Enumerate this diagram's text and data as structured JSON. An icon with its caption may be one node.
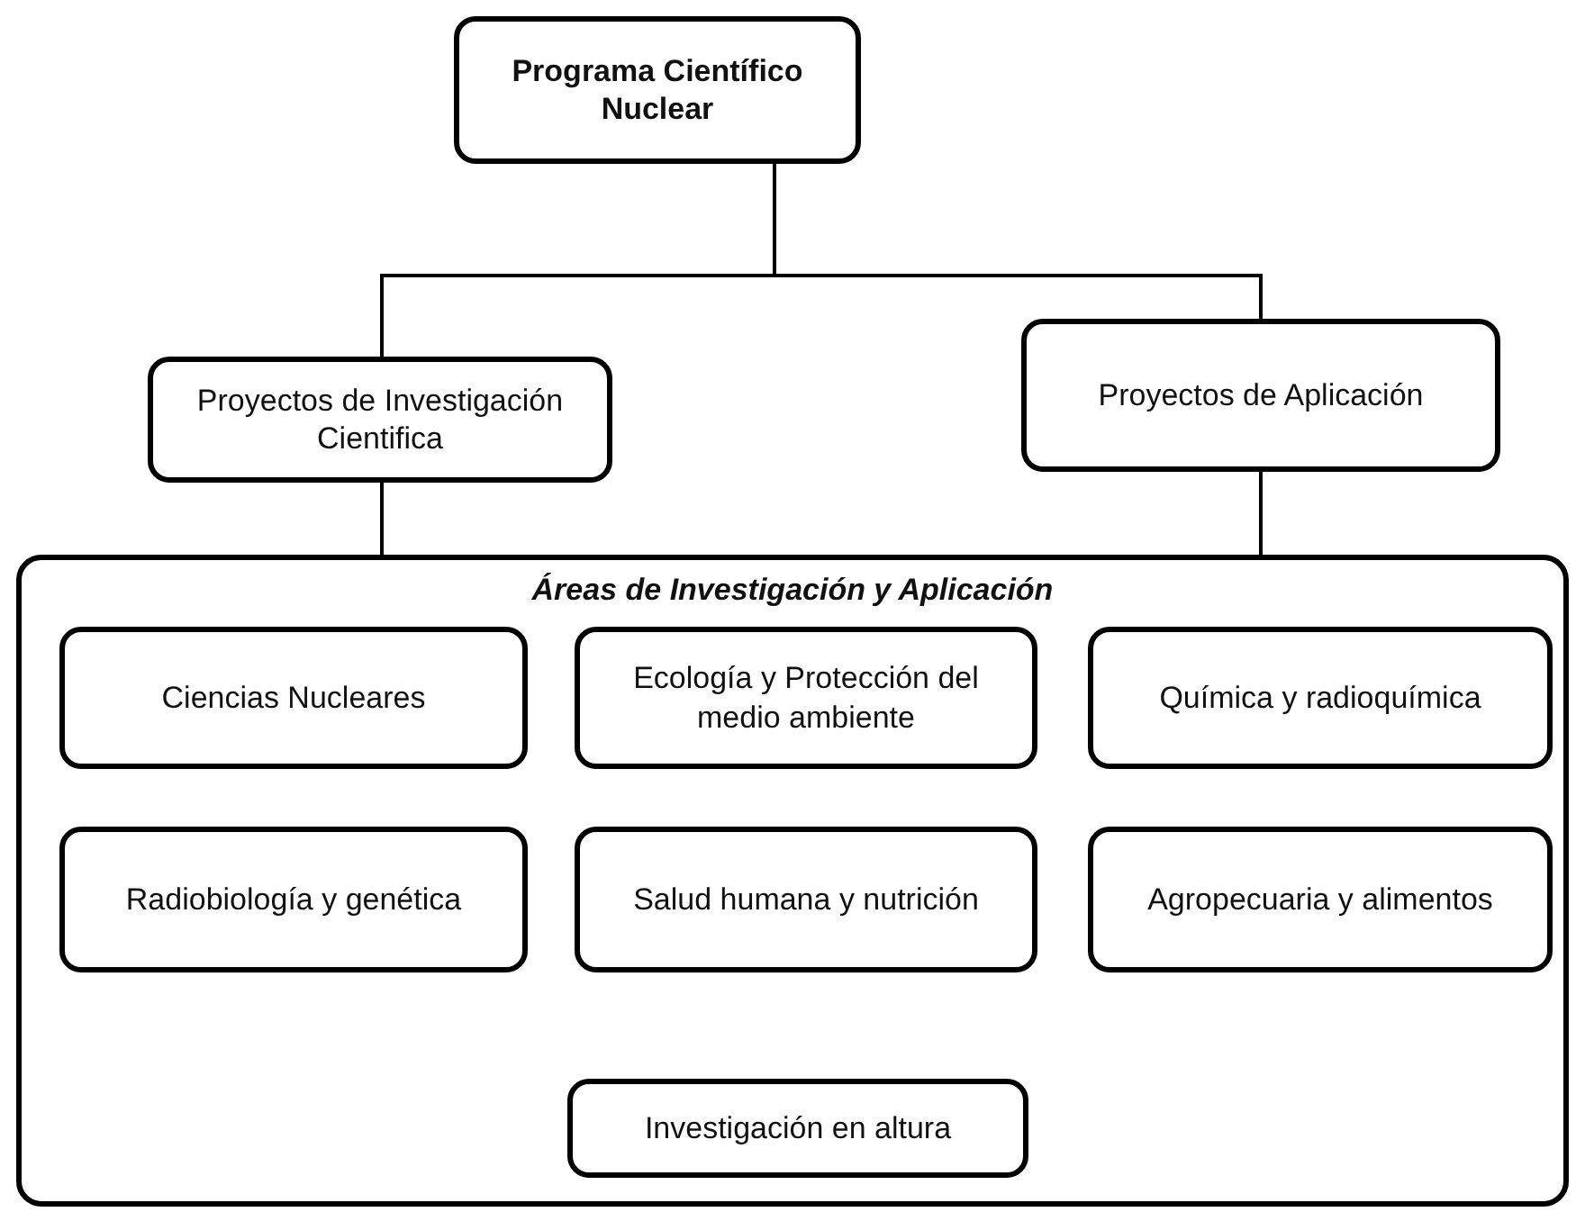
{
  "diagram": {
    "nodes": [
      {
        "text": [
          "Programa Científico Nuclear"
        ]
      },
      {
        "text": [
          "Proyectos de Investigación Cientifica"
        ]
      },
      {
        "text": [
          "Proyectos de Aplicación"
        ]
      },
      {
        "text": [
          "Áreas de Investigación y Aplicación"
        ]
      },
      {
        "text": [
          "Ciencias Nucleares"
        ],
        "in": 3
      },
      {
        "text": [
          "Ecología y Protección del medio ambiente"
        ],
        "in": 3
      },
      {
        "text": [
          "Química y radioquímica"
        ],
        "in": 3
      },
      {
        "text": [
          "Radiobiología y genética"
        ],
        "in": 3
      },
      {
        "text": [
          "Salud humana y nutrición"
        ],
        "in": 3
      },
      {
        "text": [
          "Agropecuaria y alimentos"
        ],
        "in": 3
      },
      {
        "text": [
          "Investigación en altura"
        ],
        "in": 3
      }
    ],
    "edges": [
      {
        "from": 0,
        "to": 1,
        "arrow": "none"
      },
      {
        "from": 0,
        "to": 2,
        "arrow": "none"
      },
      {
        "from": 1,
        "to": 3,
        "arrow": "none"
      },
      {
        "from": 2,
        "to": 3,
        "arrow": "none"
      }
    ]
  }
}
